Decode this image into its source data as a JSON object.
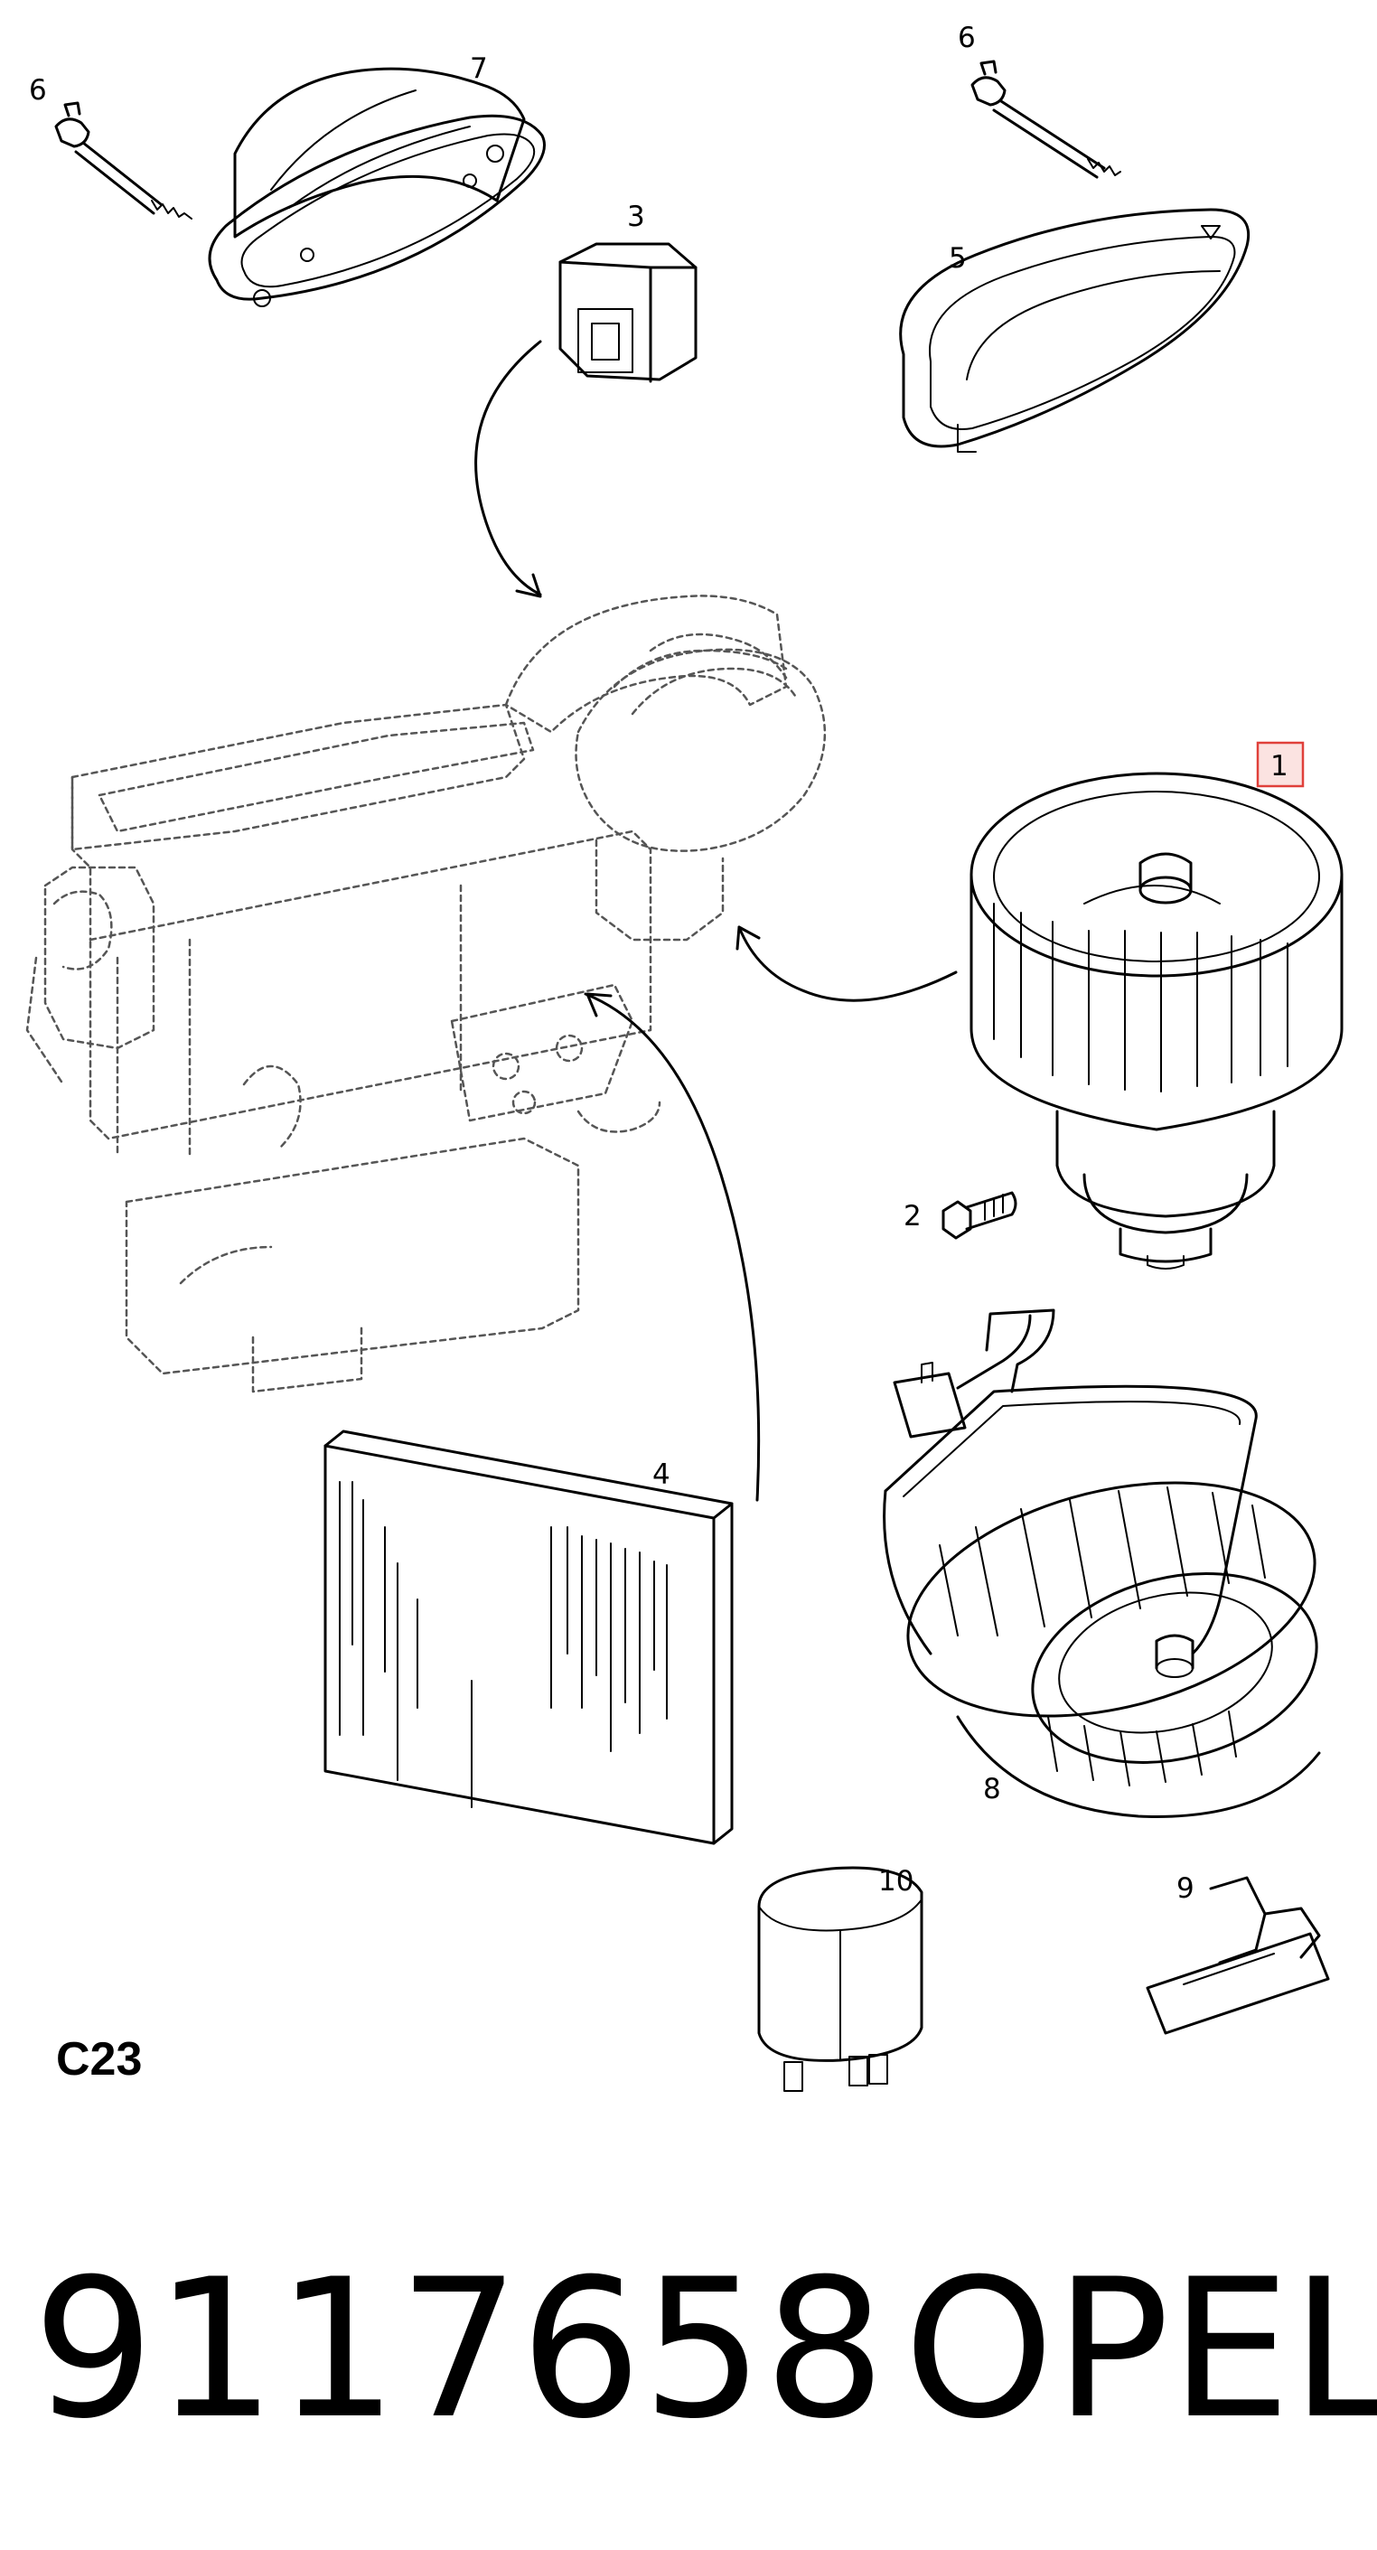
{
  "diagram": {
    "diagram_code": "C23",
    "callouts": [
      "1",
      "2",
      "3",
      "4",
      "5",
      "6",
      "6",
      "7",
      "8",
      "9",
      "10"
    ],
    "highlight_color": "#e0403a"
  },
  "footer": {
    "part_number": "9117658",
    "brand": "OPEL"
  }
}
